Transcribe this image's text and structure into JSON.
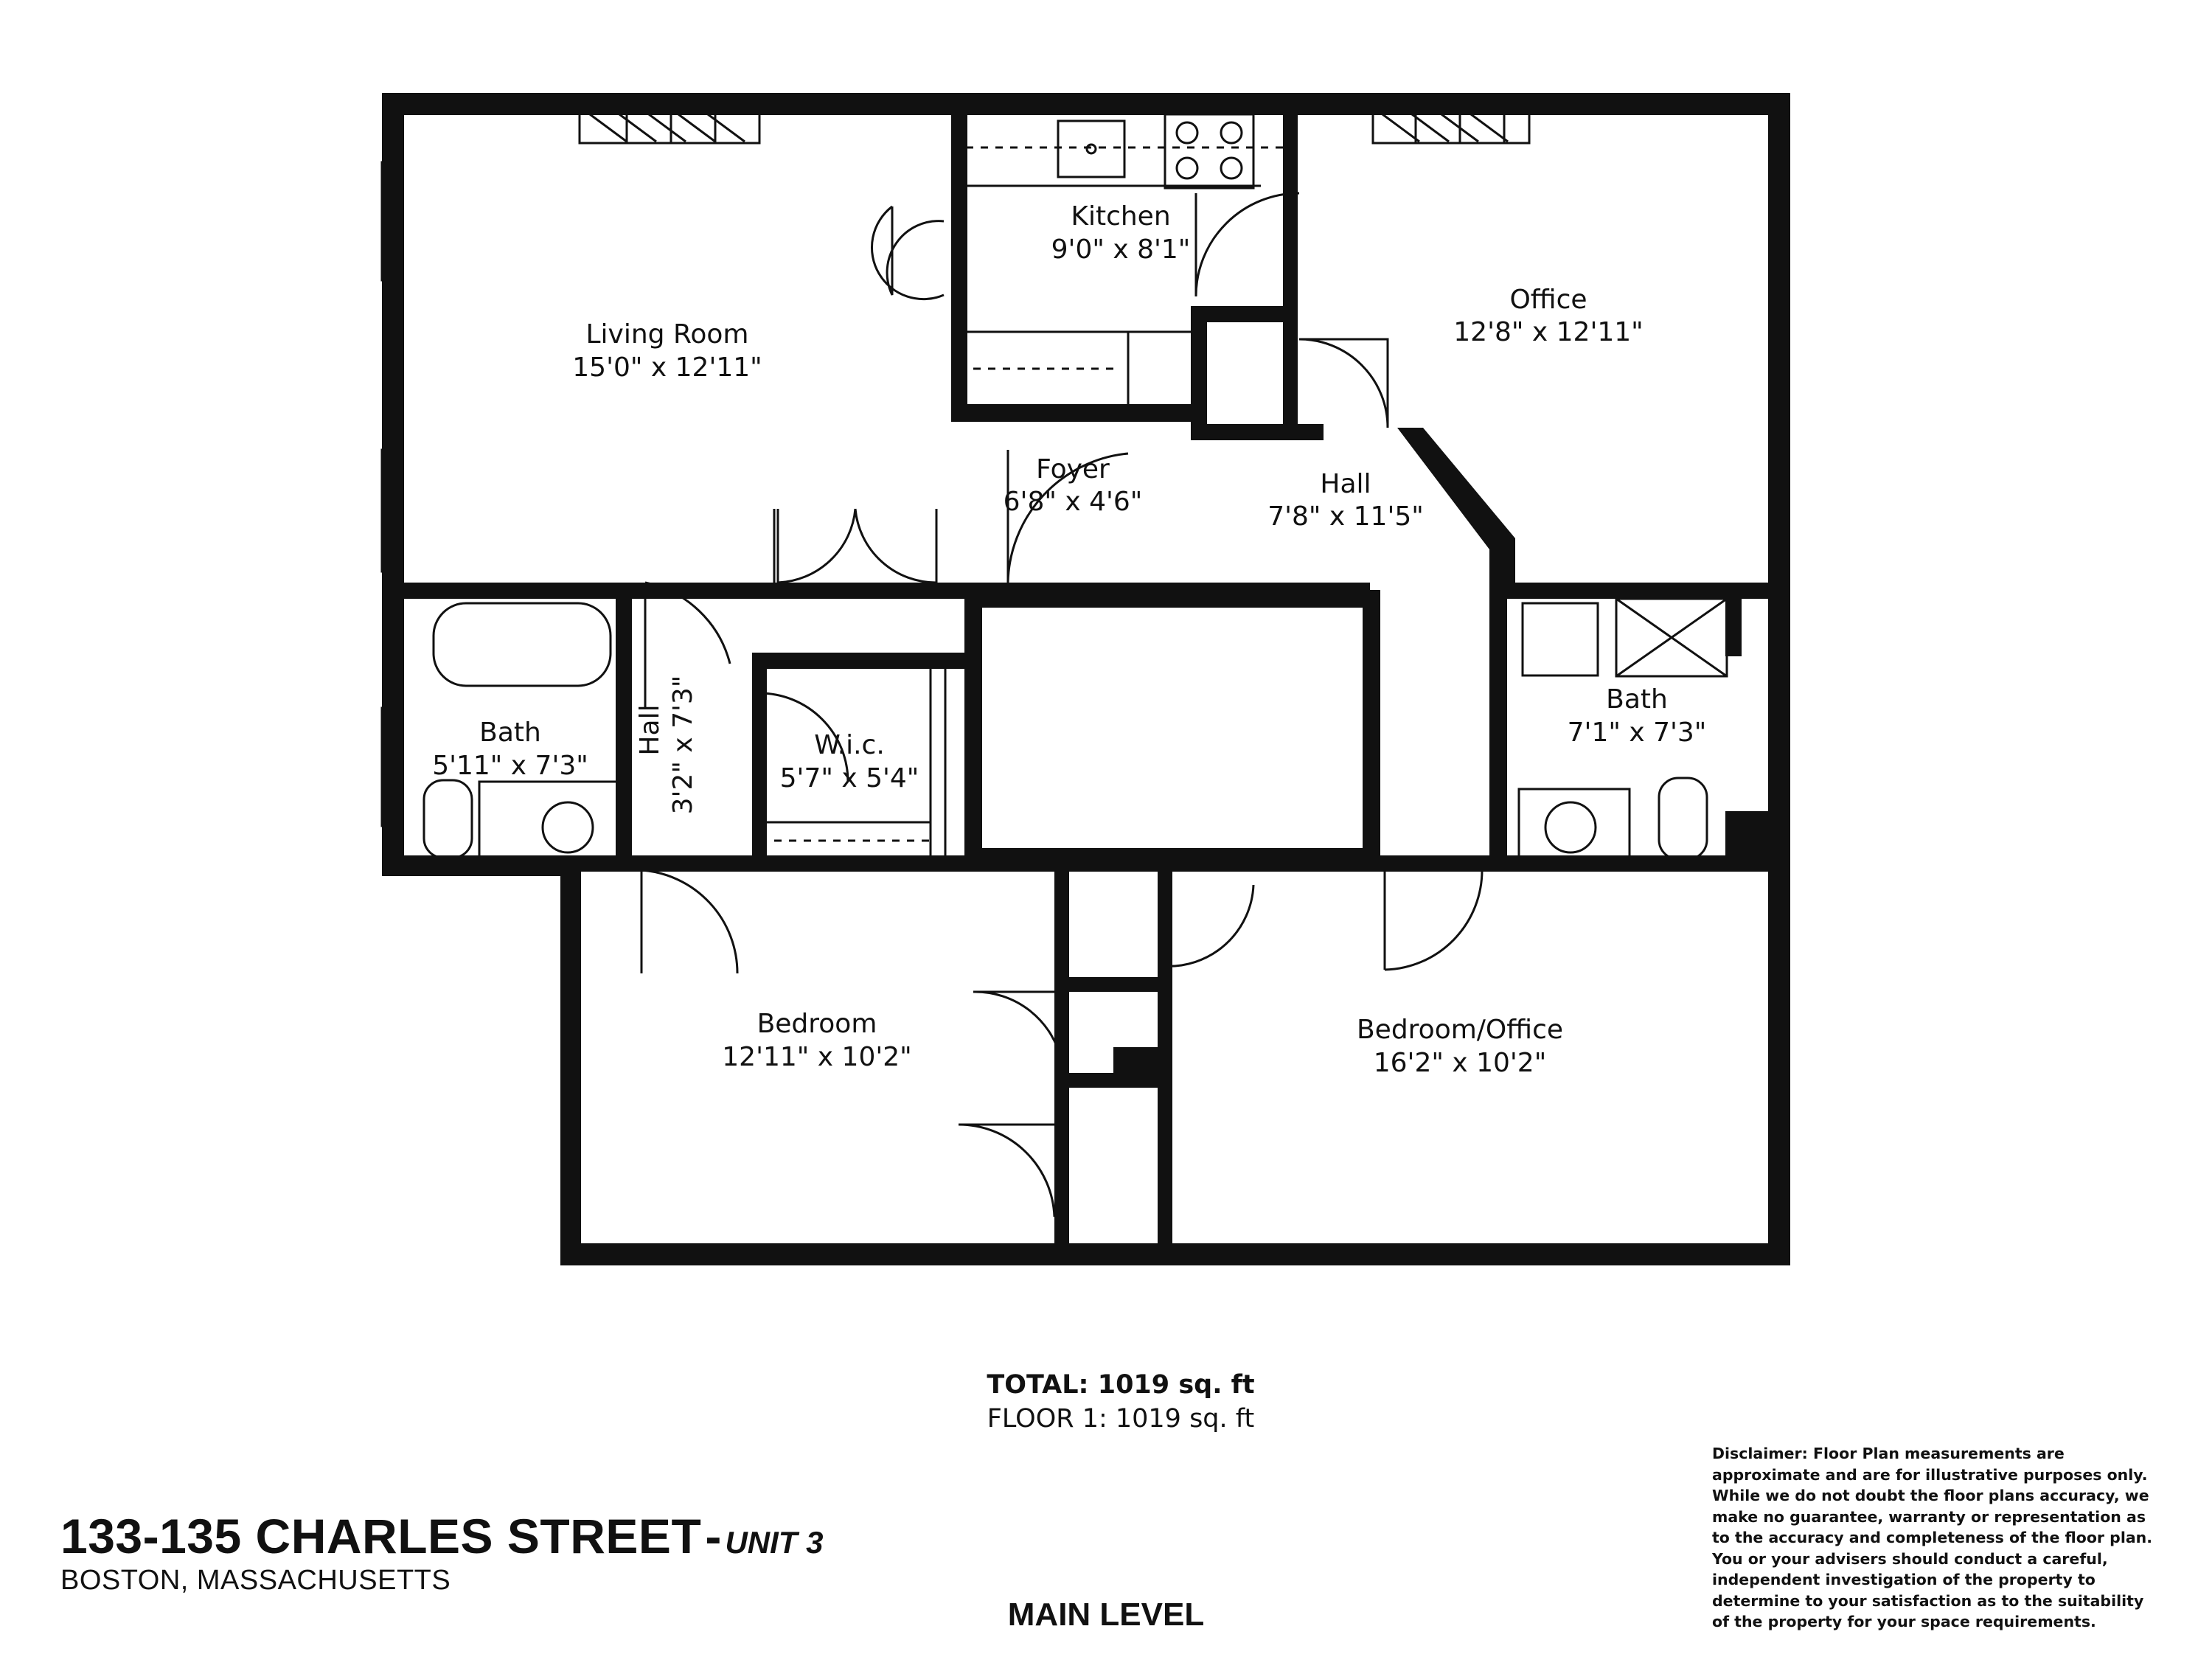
{
  "floor_plan": {
    "rooms": [
      {
        "name": "Living Room",
        "dimensions": "15'0\" x 12'11\""
      },
      {
        "name": "Kitchen",
        "dimensions": "9'0\" x 8'1\""
      },
      {
        "name": "Office",
        "dimensions": "12'8\" x 12'11\""
      },
      {
        "name": "Foyer",
        "dimensions": "6'8\" x 4'6\""
      },
      {
        "name": "Hall",
        "dimensions": "7'8\" x 11'5\""
      },
      {
        "name": "Bath",
        "dimensions": "5'11\" x 7'3\""
      },
      {
        "name": "Hall",
        "dimensions": "3'2\" x 7'3\""
      },
      {
        "name": "W.i.c.",
        "dimensions": "5'7\" x 5'4\""
      },
      {
        "name": "Bath",
        "dimensions": "7'1\" x 7'3\""
      },
      {
        "name": "Bedroom",
        "dimensions": "12'11\" x 10'2\""
      },
      {
        "name": "Bedroom/Office",
        "dimensions": "16'2\" x 10'2\""
      }
    ]
  },
  "area": {
    "total": "TOTAL: 1019 sq. ft",
    "floor": "FLOOR 1: 1019 sq. ft"
  },
  "property": {
    "street": "133-135 CHARLES STREET",
    "separator": "-",
    "unit": "UNIT 3",
    "city": "BOSTON, MASSACHUSETTS"
  },
  "level": "MAIN LEVEL",
  "disclaimer": "Disclaimer: Floor Plan measurements are approximate and are for illustrative purposes only. While we do not doubt the floor plans accuracy, we make no guarantee, warranty or representation as to the accuracy and completeness of the floor plan. You or your advisers should conduct a careful, independent investigation of the property to determine to your satisfaction as to the suitability of the property for your space requirements."
}
